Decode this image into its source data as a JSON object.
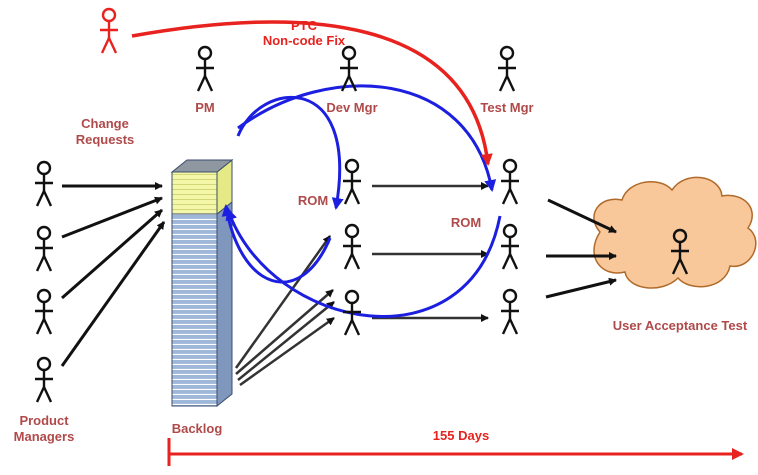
{
  "colors": {
    "label": "#b04a4a",
    "red": "#e8221e",
    "blue": "#1c1fe0",
    "black": "#111111",
    "cloud_fill": "#f8c79a",
    "cloud_stroke": "#b06a2a",
    "backlog_top": "#f4f7a8",
    "backlog_body": "#9fb7d8"
  },
  "labels": {
    "ptc": "PTC",
    "non_code_fix": "Non-code Fix",
    "pm": "PM",
    "dev_mgr": "Dev Mgr",
    "test_mgr": "Test Mgr",
    "change_requests_1": "Change",
    "change_requests_2": "Requests",
    "rom_left": "ROM",
    "rom_right": "ROM",
    "product_managers_1": "Product",
    "product_managers_2": "Managers",
    "backlog": "Backlog",
    "user_acceptance_test": "User Acceptance Test",
    "duration": "155 Days"
  },
  "icons": [
    "stick-figure-icon",
    "arrowhead-icon",
    "cloud-icon"
  ]
}
